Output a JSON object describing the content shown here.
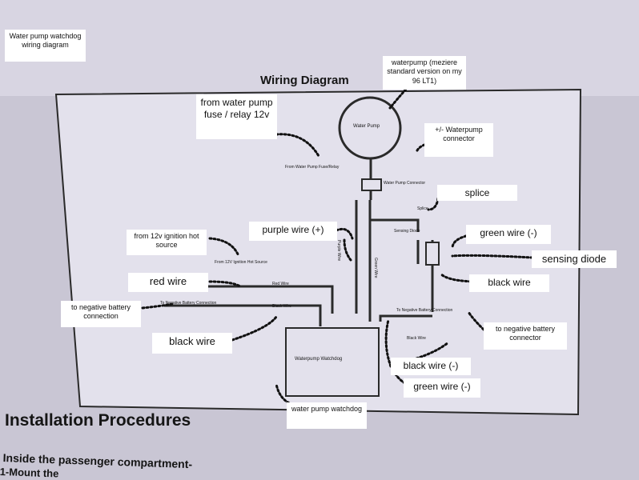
{
  "caption": "Water pump watchdog wiring diagram",
  "diagram": {
    "title": "Wiring Diagram",
    "printed": {
      "water_pump": "Water Pump",
      "fuse": "From Water Pump Fuse/Relay",
      "connector": "Water Pump Connector",
      "splice": "Splice",
      "sensing_diode": "Sensing Diode",
      "ignition": "From 12V Ignition Hot Source",
      "red_wire": "Red Wire",
      "neg_left": "To Negative Battery Connection",
      "black_wire_left": "Black Wire",
      "neg_right": "To Negative Battery Connection",
      "black_wire_right": "Black Wire",
      "watchdog": "Waterpump Watchdog",
      "purple_wire": "Purple Wire",
      "green_wire": "Green Wire"
    }
  },
  "annotations": {
    "waterpump": "waterpump (meziere standard version on my 96 LT1)",
    "fuse": "from water pump fuse / relay 12v",
    "connector": "+/- Waterpump connector",
    "splice": "splice",
    "purple_wire": "purple wire (+)",
    "green_wire_top": "green wire (-)",
    "ignition": "from 12v ignition hot source",
    "sensing_diode": "sensing diode",
    "red_wire": "red wire",
    "black_wire_right": "black wire",
    "negative_battery_left": "to negative battery connection",
    "negative_battery_right": "to negative battery connector",
    "black_wire_left": "black wire",
    "black_wire_minus": "black wire (-)",
    "green_wire_bottom": "green wire (-)",
    "watchdog": "water pump watchdog"
  },
  "page": {
    "heading": "Installation Procedures",
    "line1": "Inside the passenger compartment-",
    "line2": "1-Mount the"
  },
  "colors": {
    "paper": "#e3e1ec",
    "ink": "#2a2a2a",
    "background": "#c9c6d4"
  }
}
